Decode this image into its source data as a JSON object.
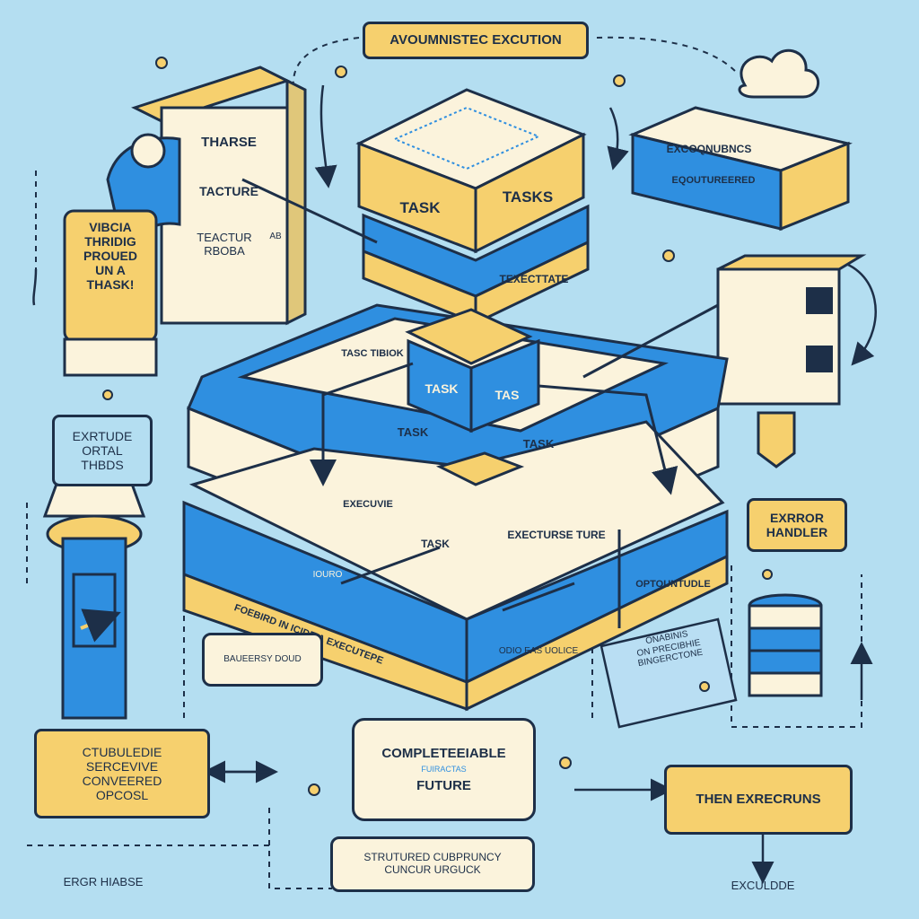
{
  "colors": {
    "background": "#b4def1",
    "accent_blue": "#2f8fe0",
    "accent_yellow": "#f6d06e",
    "cream": "#fbf3dc",
    "outline": "#1d2f48"
  },
  "diagram": {
    "top_banner": "AVOUMNISTEC EXCUTION",
    "left_phase_box": {
      "title": "THARSE",
      "sub1": "TACTURE",
      "sub2": "TEACTUR\nRBOBA",
      "ab": "AB"
    },
    "left_tag": "VIBCIA\nTHRIDIG\nPROUED\nUN A\nTHASK!",
    "top_stack": {
      "left_tab": "TASK",
      "right_tab": "TASKS",
      "front": "TEXECTTATE"
    },
    "right_top_box": {
      "title": "EXCOQNUBNCS",
      "sub": "EQOUTUREERED"
    },
    "center_stack": {
      "top_left": "TASC TIBIOK",
      "task_a": "TASK",
      "task_b": "TAS",
      "task_c": "TASK",
      "task_d": "TASK",
      "execute": "EXECUVIE",
      "task_e": "TASK",
      "exectune": "EXECTURSE TURE",
      "front_left": "FOEBIRD IN ICIDE A EXECUTEPE",
      "front_mid": "IOURO",
      "opport": "OPTOUNTUDLE",
      "bottom_strip": "ODIO EAS UOLICE"
    },
    "left_mid_box": "EXRTUDE\nORTAL\nTHBDS",
    "small_box": "BAUEERSY DOUD",
    "error_handler": "EXRROR\nHANDLER",
    "right_note": "ONABINIS\nON PRECIBHIE\nBINGERCTONE",
    "left_bottom_box": "CTUBULEDIE\nSERCEVIVE\nCONVEERED\nOPCOSL",
    "center_bottom_box": {
      "title": "COMPLETEEIABLE",
      "sub": "FUIRACTAS",
      "word": "FUTURE"
    },
    "structured_box": "STRUTURED CUBPRUNCY\nCUNCUR URGUCK",
    "then_box": "THEN EXRECRUNS",
    "bottom_left_caption": "ERGR HIABSE",
    "bottom_right_caption": "EXCULDDE"
  }
}
